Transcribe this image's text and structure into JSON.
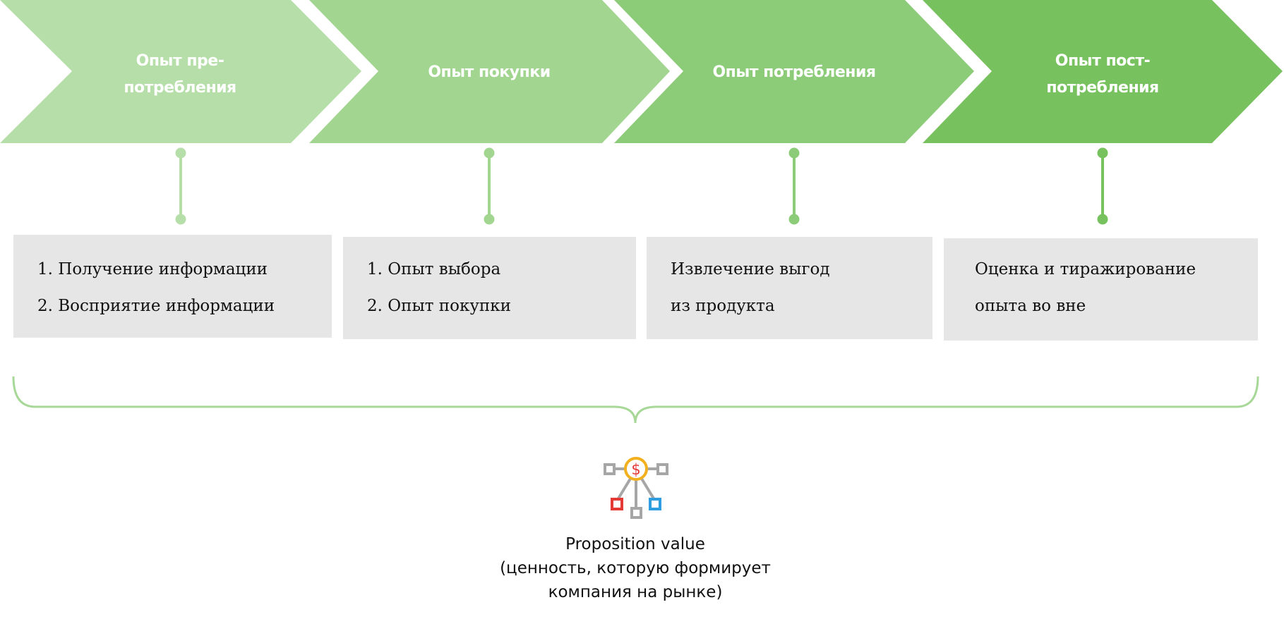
{
  "stages": [
    {
      "title_lines": [
        "Опыт пре-",
        "потребления"
      ],
      "color": "#b5dea8"
    },
    {
      "title_lines": [
        "Опыт покупки"
      ],
      "color": "#a2d690"
    },
    {
      "title_lines": [
        "Опыт потребления"
      ],
      "color": "#8ccc78"
    },
    {
      "title_lines": [
        "Опыт пост-",
        "потребления"
      ],
      "color": "#77c25e"
    }
  ],
  "details": [
    {
      "lines": [
        "1. Получение информации",
        "2. Восприятие информации"
      ]
    },
    {
      "lines": [
        "1. Опыт выбора",
        "2. Опыт покупки"
      ]
    },
    {
      "lines": [
        "Извлечение выгод",
        "из продукта"
      ]
    },
    {
      "lines": [
        "Оценка и тиражирование",
        "опыта во вне"
      ]
    }
  ],
  "result": {
    "icon": "value-network-dollar-icon",
    "lines": [
      "Proposition value",
      "(ценность, которую формирует",
      "компания на рынке)"
    ]
  },
  "colors": {
    "box": "#e6e6e6",
    "brace": "#a8d898"
  }
}
